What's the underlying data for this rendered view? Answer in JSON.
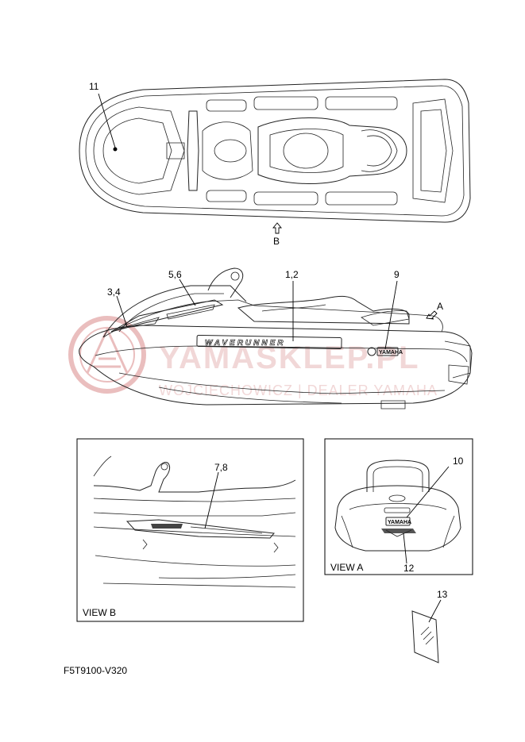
{
  "callouts": {
    "c11": "11",
    "c56": "5,6",
    "c12top": "1,2",
    "c9": "9",
    "c34": "3,4",
    "c78": "7,8",
    "c10": "10",
    "c12": "12",
    "c13": "13"
  },
  "arrows": {
    "b": "B",
    "a": "A"
  },
  "views": {
    "view_b": "VIEW B",
    "view_a": "VIEW A"
  },
  "decals": {
    "wave_runner": "WAVERUNNER",
    "yamaha_badge": "YAMAHA"
  },
  "watermark": {
    "brand": "YAMASKLEP.PL",
    "subline": "WOJCIECHOWICZ | DEALER YAMAHA",
    "color": "#d98a8a"
  },
  "part_code": "F5T9100-V320",
  "icons": {
    "arrow_b": "up-arrow-icon",
    "arrow_a": "diagonal-arrow-icon",
    "watermark_logo": "yamaha-tuning-forks-logo"
  }
}
